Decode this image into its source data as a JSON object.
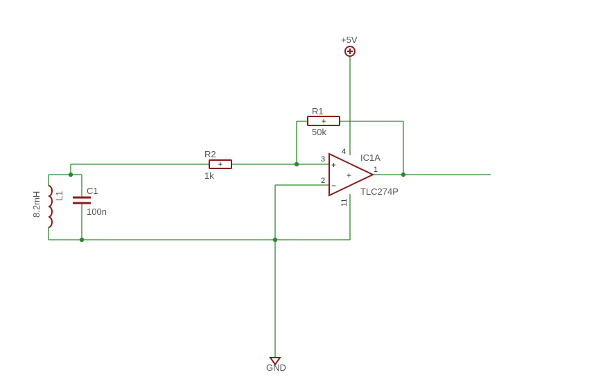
{
  "supply": {
    "label": "+5V"
  },
  "ground": {
    "label": "GND"
  },
  "r1": {
    "name": "R1",
    "value": "50k"
  },
  "r2": {
    "name": "R2",
    "value": "1k"
  },
  "c1": {
    "name": "C1",
    "value": "100n"
  },
  "l1": {
    "name": "L1",
    "value": "8.2mH"
  },
  "ic": {
    "name": "IC1A",
    "part": "TLC274P",
    "pins": {
      "in_plus": "3",
      "in_minus": "2",
      "out": "1",
      "vcc": "4",
      "gnd": "11"
    },
    "signs": {
      "plus": "+",
      "minus": "−",
      "center": "+"
    }
  },
  "resistor_mark": "+",
  "colors": {
    "wire": "#2a8a2a",
    "component": "#8b1a1a",
    "label": "#555555"
  }
}
